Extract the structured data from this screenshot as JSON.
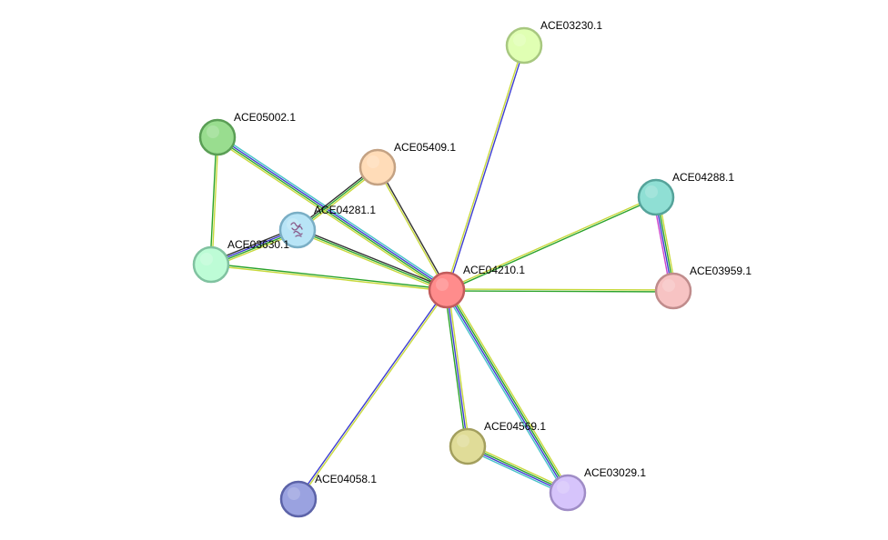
{
  "network": {
    "nodes": [
      {
        "id": "ACE04210.1",
        "fill": "#ff8c8c",
        "stroke": "#c25c5c"
      },
      {
        "id": "ACE03230.1",
        "fill": "#e0ffb3",
        "stroke": "#a8c880"
      },
      {
        "id": "ACE05002.1",
        "fill": "#99dd8f",
        "stroke": "#5a9e55"
      },
      {
        "id": "ACE05409.1",
        "fill": "#ffdcb8",
        "stroke": "#c4a283"
      },
      {
        "id": "ACE04281.1",
        "fill": "#b8e4f6",
        "stroke": "#7aaec5",
        "has_structure": true
      },
      {
        "id": "ACE03630.1",
        "fill": "#bdfcd6",
        "stroke": "#80c2a0"
      },
      {
        "id": "ACE04288.1",
        "fill": "#8fdfd4",
        "stroke": "#55a39a"
      },
      {
        "id": "ACE03959.1",
        "fill": "#f7c3c3",
        "stroke": "#c08c8c"
      },
      {
        "id": "ACE04569.1",
        "fill": "#e0dc98",
        "stroke": "#a39f5e"
      },
      {
        "id": "ACE03029.1",
        "fill": "#d6c4fb",
        "stroke": "#9f8cc6"
      },
      {
        "id": "ACE04058.1",
        "fill": "#9aa2e0",
        "stroke": "#5c63a8"
      }
    ],
    "edges": [
      {
        "source": "ACE04210.1",
        "target": "ACE03230.1",
        "evidence": [
          "#c8d93c",
          "#3d3dd1"
        ]
      },
      {
        "source": "ACE04210.1",
        "target": "ACE05002.1",
        "evidence": [
          "#c8d93c",
          "#2ba32b",
          "#3d3dd1",
          "#48c2c8"
        ]
      },
      {
        "source": "ACE04210.1",
        "target": "ACE05409.1",
        "evidence": [
          "#c8d93c",
          "#333333"
        ]
      },
      {
        "source": "ACE04210.1",
        "target": "ACE04281.1",
        "evidence": [
          "#c8d93c",
          "#2ba32b",
          "#333333"
        ]
      },
      {
        "source": "ACE04210.1",
        "target": "ACE03630.1",
        "evidence": [
          "#c8d93c",
          "#2ba32b"
        ]
      },
      {
        "source": "ACE04210.1",
        "target": "ACE04288.1",
        "evidence": [
          "#c8d93c",
          "#2ba32b"
        ]
      },
      {
        "source": "ACE04210.1",
        "target": "ACE03959.1",
        "evidence": [
          "#c8d93c",
          "#2ba32b"
        ]
      },
      {
        "source": "ACE04210.1",
        "target": "ACE04569.1",
        "evidence": [
          "#c8d93c",
          "#3d3dd1",
          "#2ba32b"
        ]
      },
      {
        "source": "ACE04210.1",
        "target": "ACE03029.1",
        "evidence": [
          "#c8d93c",
          "#2ba32b",
          "#3d3dd1",
          "#48c2c8"
        ]
      },
      {
        "source": "ACE04210.1",
        "target": "ACE04058.1",
        "evidence": [
          "#c8d93c",
          "#3d3dd1"
        ]
      },
      {
        "source": "ACE05002.1",
        "target": "ACE03630.1",
        "evidence": [
          "#c8d93c",
          "#2ba32b"
        ]
      },
      {
        "source": "ACE05409.1",
        "target": "ACE04281.1",
        "evidence": [
          "#c8d93c",
          "#2ba32b",
          "#333333"
        ]
      },
      {
        "source": "ACE04281.1",
        "target": "ACE03630.1",
        "evidence": [
          "#c8d93c",
          "#2ba32b",
          "#3d3dd1",
          "#333333"
        ]
      },
      {
        "source": "ACE04288.1",
        "target": "ACE03959.1",
        "evidence": [
          "#c8d93c",
          "#2ba32b",
          "#3d3dd1",
          "#cc44cc"
        ]
      },
      {
        "source": "ACE04569.1",
        "target": "ACE03029.1",
        "evidence": [
          "#c8d93c",
          "#2ba32b",
          "#3d3dd1",
          "#48c2c8"
        ]
      }
    ]
  }
}
